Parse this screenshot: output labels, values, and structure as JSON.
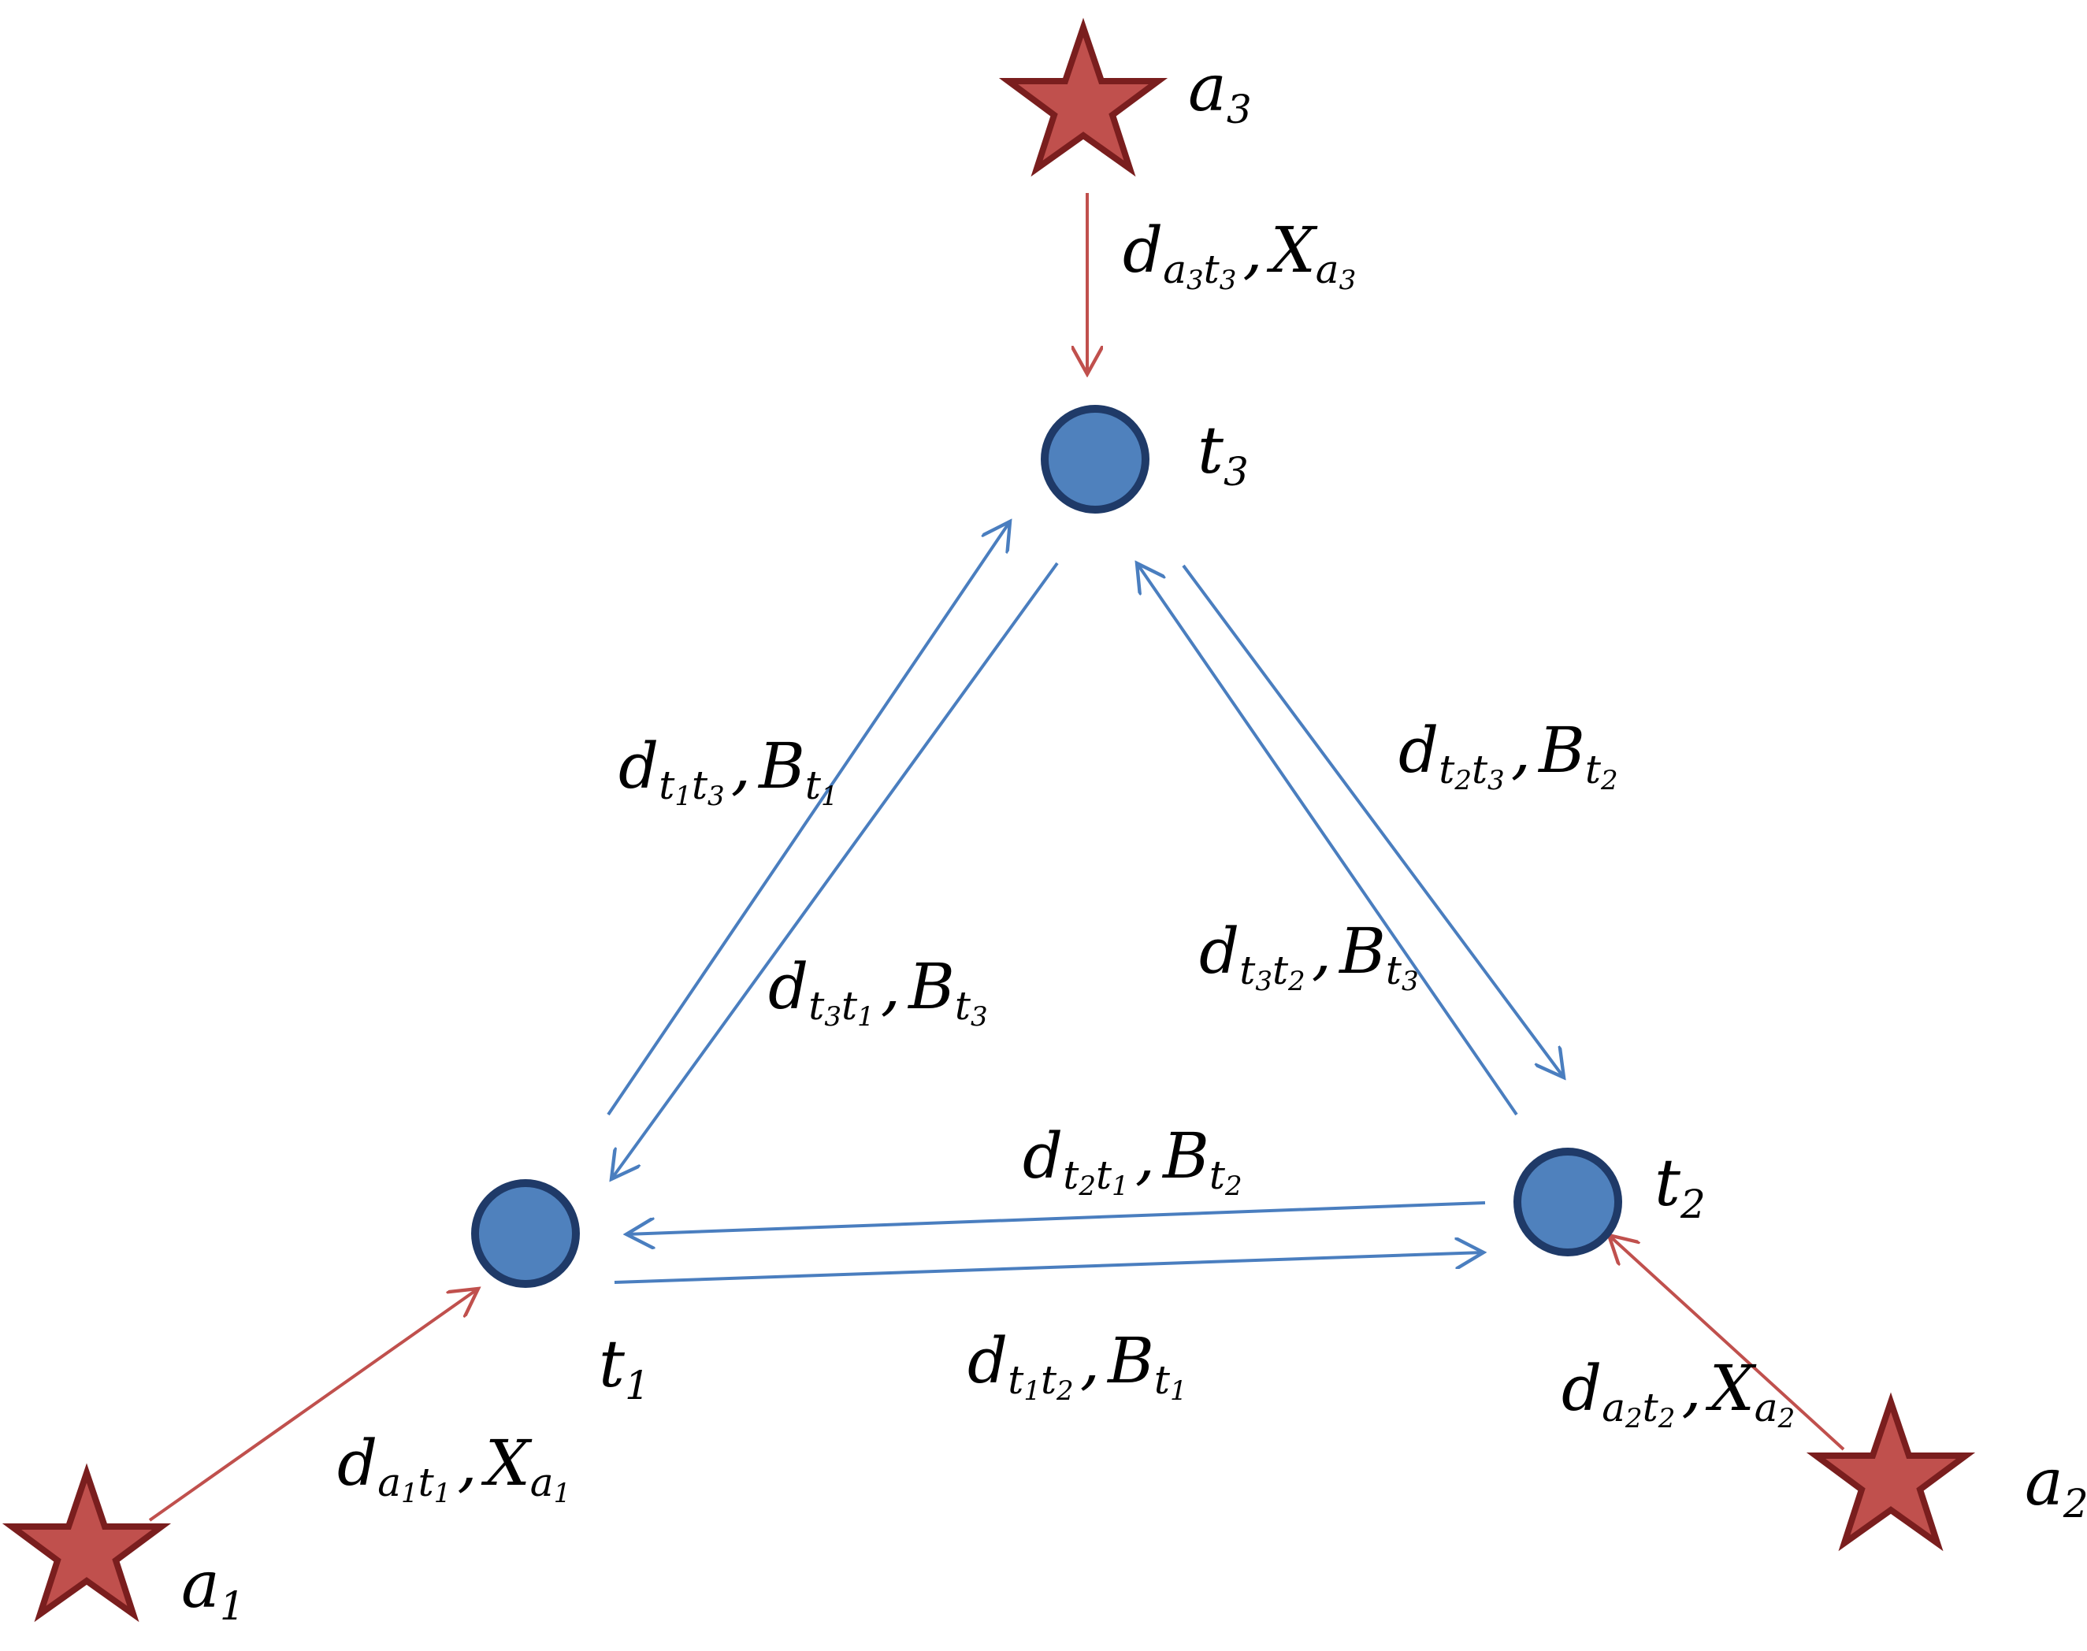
{
  "colors": {
    "target_fill": "#4f81bd",
    "target_stroke": "#1f3a68",
    "attacker_fill": "#c0504d",
    "attacker_stroke": "#7a1e1e",
    "blue_arrow": "#4a7ebf",
    "red_arrow": "#c0504d"
  },
  "icons": {
    "attacker": "star-icon",
    "target": "circle-node"
  },
  "nodes": {
    "a1": {
      "base": "a",
      "sub": "1"
    },
    "a2": {
      "base": "a",
      "sub": "2"
    },
    "a3": {
      "base": "a",
      "sub": "3"
    },
    "t1": {
      "base": "t",
      "sub": "1"
    },
    "t2": {
      "base": "t",
      "sub": "2"
    },
    "t3": {
      "base": "t",
      "sub": "3"
    }
  },
  "edges": {
    "a1_t1": {
      "d": "d",
      "s1": "a",
      "s1s": "1",
      "s2": "t",
      "s2s": "1",
      "sep": ",",
      "v": "X",
      "vs": "a",
      "vss": "1"
    },
    "a2_t2": {
      "d": "d",
      "s1": "a",
      "s1s": "2",
      "s2": "t",
      "s2s": "2",
      "sep": ",",
      "v": "X",
      "vs": "a",
      "vss": "2"
    },
    "a3_t3": {
      "d": "d",
      "s1": "a",
      "s1s": "3",
      "s2": "t",
      "s2s": "3",
      "sep": ",",
      "v": "X",
      "vs": "a",
      "vss": "3"
    },
    "t1_t3": {
      "d": "d",
      "s1": "t",
      "s1s": "1",
      "s2": "t",
      "s2s": "3",
      "sep": ",",
      "v": "B",
      "vs": "t",
      "vss": "1"
    },
    "t3_t1": {
      "d": "d",
      "s1": "t",
      "s1s": "3",
      "s2": "t",
      "s2s": "1",
      "sep": ",",
      "v": "B",
      "vs": "t",
      "vss": "3"
    },
    "t2_t3": {
      "d": "d",
      "s1": "t",
      "s1s": "2",
      "s2": "t",
      "s2s": "3",
      "sep": ",",
      "v": "B",
      "vs": "t",
      "vss": "2"
    },
    "t3_t2": {
      "d": "d",
      "s1": "t",
      "s1s": "3",
      "s2": "t",
      "s2s": "2",
      "sep": ",",
      "v": "B",
      "vs": "t",
      "vss": "3"
    },
    "t2_t1": {
      "d": "d",
      "s1": "t",
      "s1s": "2",
      "s2": "t",
      "s2s": "1",
      "sep": ",",
      "v": "B",
      "vs": "t",
      "vss": "2"
    },
    "t1_t2": {
      "d": "d",
      "s1": "t",
      "s1s": "1",
      "s2": "t",
      "s2s": "2",
      "sep": ",",
      "v": "B",
      "vs": "t",
      "vss": "1"
    }
  }
}
